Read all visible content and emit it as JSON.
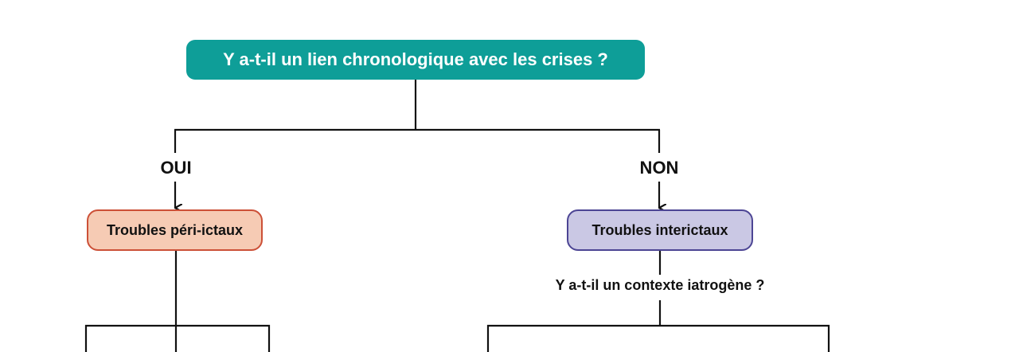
{
  "diagram": {
    "root_question": "Y a-t-il un lien chronologique avec les crises ?",
    "branch_yes": "OUI",
    "branch_no": "NON",
    "peri_ictal": "Troubles péri-ictaux",
    "interictal": "Troubles interictaux",
    "iatrogenic_question": "Y a-t-il un contexte iatrogène ?"
  },
  "colors": {
    "root_fill": "#0e9e98",
    "peri_fill": "#f6cbb4",
    "peri_border": "#cc5037",
    "inter_fill": "#cac8e4",
    "inter_border": "#4c4594",
    "connector": "#111111"
  }
}
